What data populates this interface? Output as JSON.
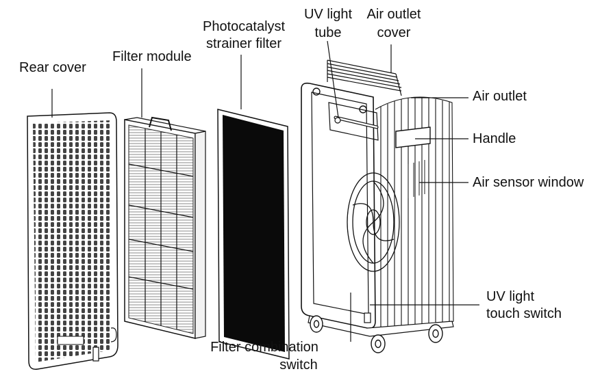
{
  "labels": {
    "rear_cover": "Rear cover",
    "filter_module": "Filter module",
    "photocatalyst_line1": "Photocatalyst",
    "photocatalyst_line2": "strainer filter",
    "uv_tube_line1": "UV light",
    "uv_tube_line2": "tube",
    "outlet_cover_line1": "Air outlet",
    "outlet_cover_line2": "cover",
    "air_outlet": "Air outlet",
    "handle": "Handle",
    "air_sensor_window": "Air sensor window",
    "uv_switch_line1": "UV light",
    "uv_switch_line2": "touch switch",
    "filter_switch_line1": "Filter combination",
    "filter_switch_line2": "switch"
  },
  "colors": {
    "ink": "#111111",
    "paper": "#ffffff",
    "screen": "#0a0a0a"
  }
}
